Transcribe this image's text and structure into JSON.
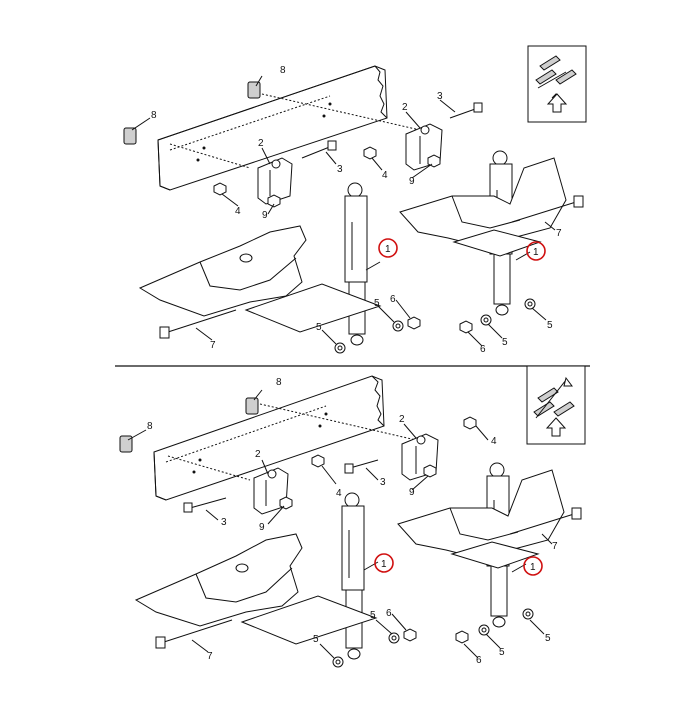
{
  "callouts": {
    "shock_absorber": "1",
    "bracket": "2",
    "bolt_upper": "3",
    "nut_upper": "4",
    "washer": "5",
    "nut_lower": "6",
    "bolt_long": "7",
    "frame_clip": "8",
    "nut_bracket": "9"
  },
  "highlight_color": "#d01010",
  "views": [
    {
      "name": "top-view",
      "orientation_icon": "front-arrow-up-icon"
    },
    {
      "name": "bottom-view",
      "orientation_icon": "front-arrow-up-icon"
    }
  ]
}
